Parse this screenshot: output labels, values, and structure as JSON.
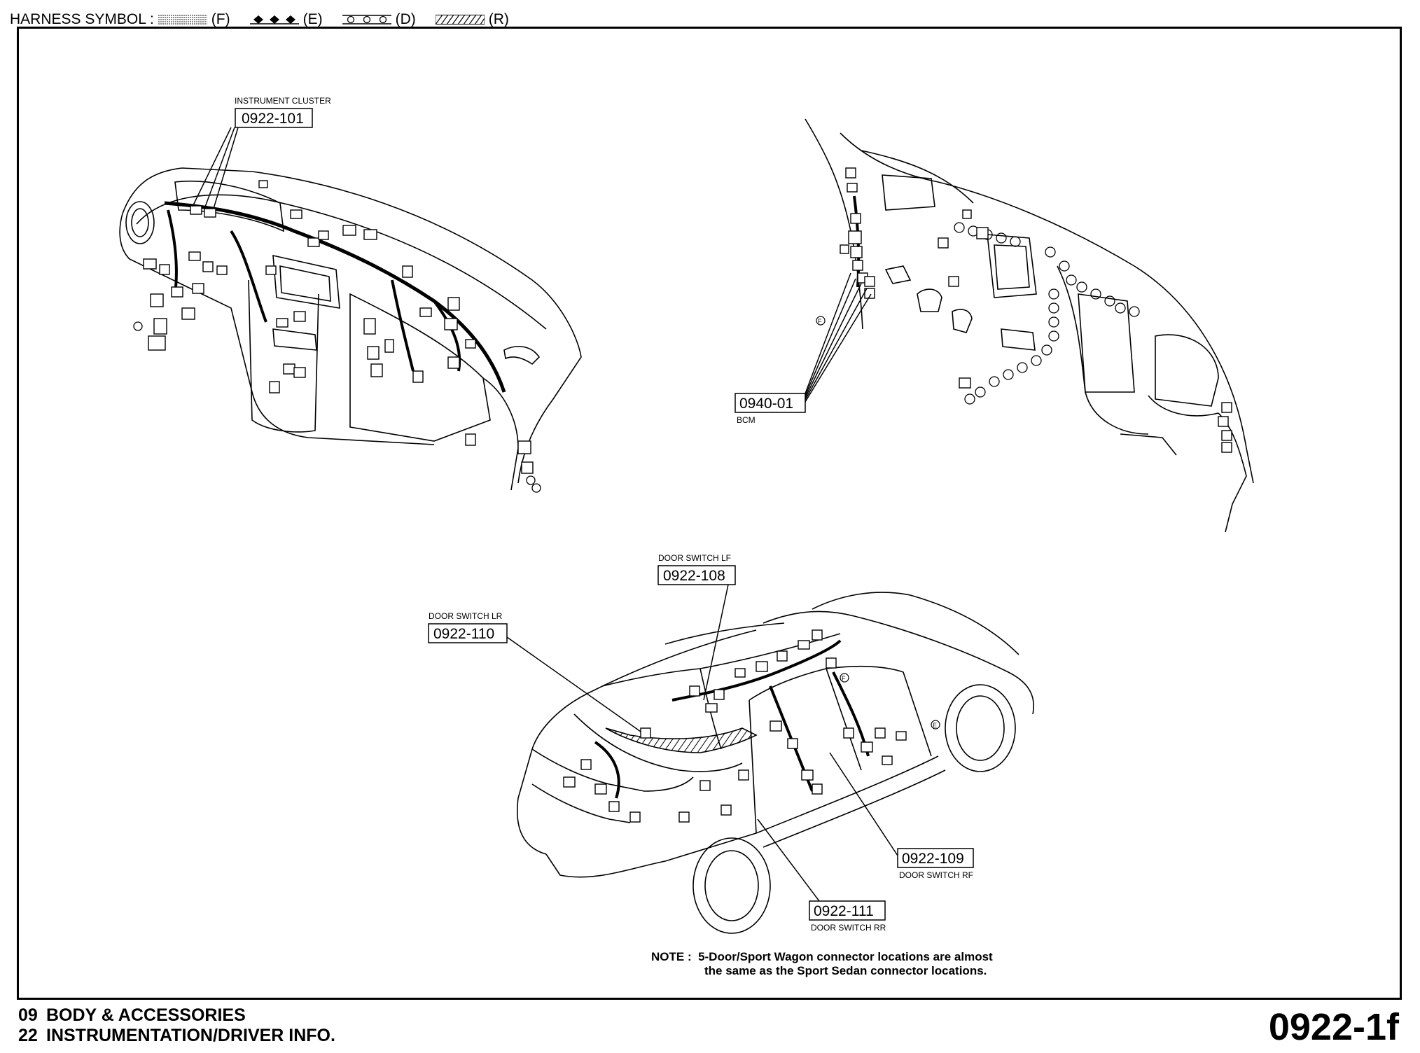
{
  "legend": {
    "title": "HARNESS SYMBOL :",
    "items": [
      {
        "code": "(F)",
        "pattern": "dotted-fill"
      },
      {
        "code": "(E)",
        "pattern": "diamonds"
      },
      {
        "code": "(D)",
        "pattern": "circles"
      },
      {
        "code": "(R)",
        "pattern": "hatched"
      }
    ]
  },
  "callouts": {
    "instrument_cluster": {
      "label": "INSTRUMENT CLUSTER",
      "code": "0922-101"
    },
    "bcm": {
      "label": "BCM",
      "code": "0940-01"
    },
    "door_switch_lf": {
      "label": "DOOR SWITCH LF",
      "code": "0922-108"
    },
    "door_switch_lr": {
      "label": "DOOR SWITCH LR",
      "code": "0922-110"
    },
    "door_switch_rf": {
      "label": "DOOR SWITCH RF",
      "code": "0922-109"
    },
    "door_switch_rr": {
      "label": "DOOR SWITCH RR",
      "code": "0922-111"
    }
  },
  "harness_markers": {
    "f": "F",
    "e": "E",
    "d": "D"
  },
  "note": {
    "prefix": "NOTE :",
    "line1": "5-Door/Sport Wagon connector locations are almost",
    "line2": "the same as the Sport Sedan connector locations."
  },
  "footer": {
    "section1_num": "09",
    "section1_title": "BODY & ACCESSORIES",
    "section2_num": "22",
    "section2_title": "INSTRUMENTATION/DRIVER INFO.",
    "page_code": "0922-1f"
  }
}
